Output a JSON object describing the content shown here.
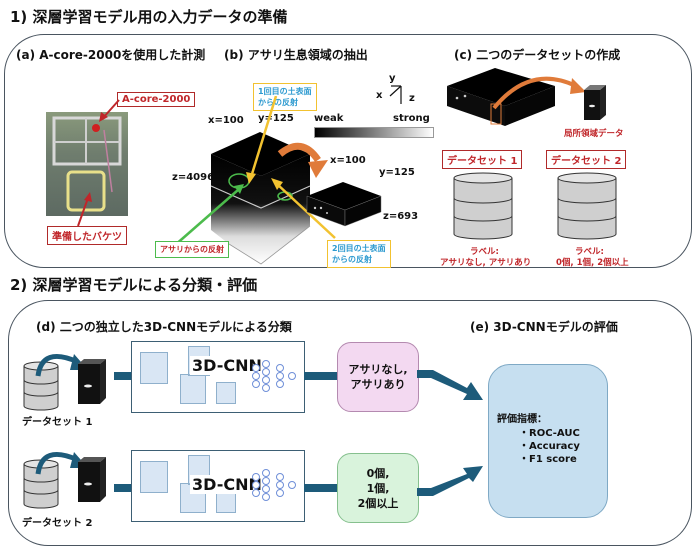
{
  "section1": {
    "title": "1) 深層学習モデル用の入力データの準備",
    "panel_a": {
      "title": "(a) A-core-2000を使用した計測",
      "device_label": "A-core-2000",
      "bucket_label": "準備したバケツ"
    },
    "panel_b": {
      "title": "(b) アサリ生息領域の抽出",
      "axis": {
        "y": "y",
        "x": "x",
        "z": "z"
      },
      "colorbar": {
        "weak": "weak",
        "strong": "strong"
      },
      "volume_labels": {
        "x": "x=100",
        "y": "y=125",
        "z": "z=4096"
      },
      "cropped_labels": {
        "x": "x=100",
        "y": "y=125",
        "z": "z=693"
      },
      "first_reflection": "1回目の土表面\nからの反射",
      "first_reflection_l1": "1回目の土表面",
      "first_reflection_l2": "からの反射",
      "second_reflection_l1": "2回目の土表面",
      "second_reflection_l2": "からの反射",
      "clam_reflection": "アサリからの反射"
    },
    "panel_c": {
      "title": "(c) 二つのデータセットの作成",
      "local_data": "局所領域データ",
      "datasets": [
        {
          "name": "データセット 1",
          "label_title": "ラベル:",
          "label_values": "アサリなし, アサリあり"
        },
        {
          "name": "データセット 2",
          "label_title": "ラベル:",
          "label_values": "0個, 1個, 2個以上"
        }
      ]
    }
  },
  "section2": {
    "title": "2) 深層学習モデルによる分類・評価",
    "panel_d": {
      "title": "(d) 二つの独立した3D-CNNモデルによる分類",
      "rows": [
        {
          "dataset": "データセット 1",
          "model": "3D-CNN",
          "output_l1": "アサリなし,",
          "output_l2": "アサリあり",
          "output_l3": ""
        },
        {
          "dataset": "データセット 2",
          "model": "3D-CNN",
          "output_l1": "0個,",
          "output_l2": "1個,",
          "output_l3": "2個以上"
        }
      ]
    },
    "panel_e": {
      "title": "(e) 3D-CNNモデルの評価",
      "metrics_title": "評価指標：",
      "metrics": [
        "・ROC-AUC",
        "・Accuracy",
        "・F1 score"
      ]
    }
  },
  "colors": {
    "accent_red": "#c0262a",
    "accent_blue_text": "#2d9ad0",
    "arrow_orange": "#e07b3a",
    "arrow_teal": "#1d5b7a",
    "output1_fill": "#f3d9f1",
    "output2_fill": "#d9f3dc",
    "eval_fill": "#c6dff0"
  }
}
